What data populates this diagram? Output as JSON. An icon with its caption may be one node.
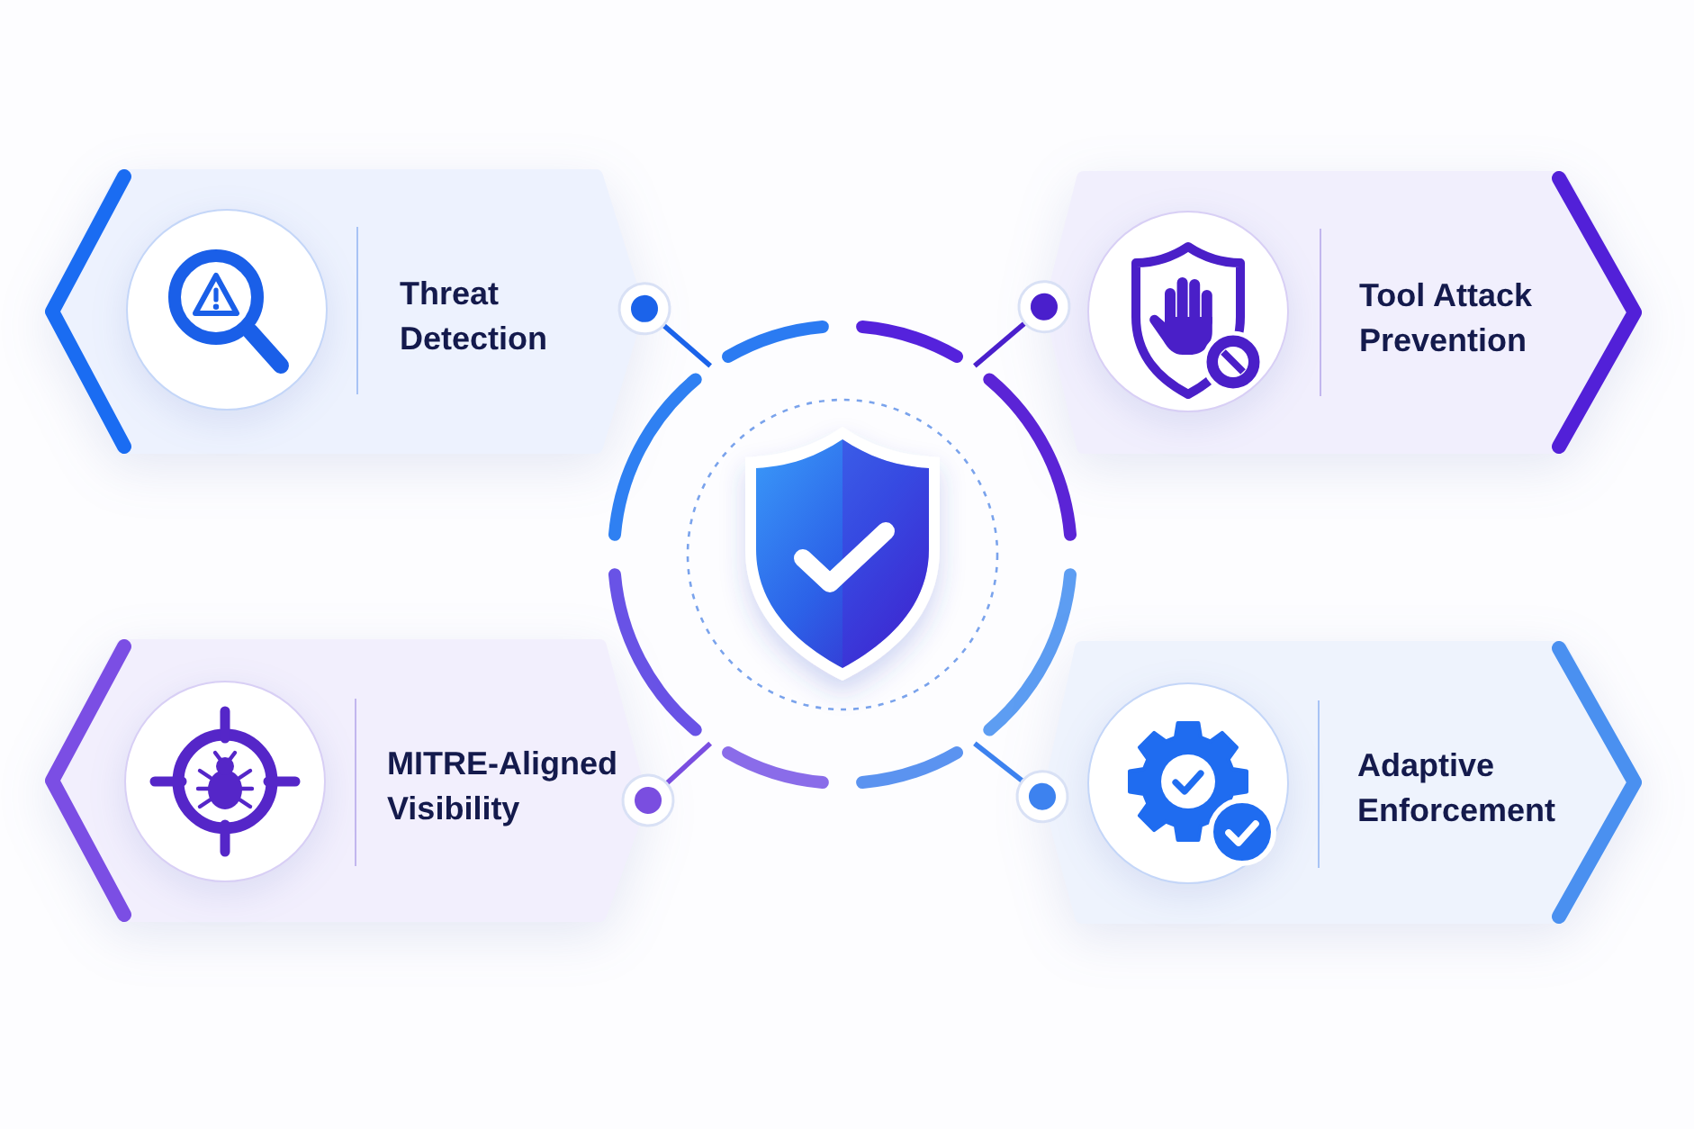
{
  "diagram": {
    "nodes": [
      {
        "text": [
          "Threat Detection"
        ]
      },
      {
        "text": [
          "Tool Attack Prevention"
        ]
      },
      {
        "text": [],
        "shape": "circle"
      },
      {
        "text": [
          "MITRE-Aligned Visibility"
        ]
      },
      {
        "text": [
          "Adaptive Enforcement"
        ]
      }
    ],
    "edges": [
      {
        "from": 2,
        "to": 0,
        "arrow": "other",
        "color": "#1b63ea"
      },
      {
        "from": 2,
        "to": 1,
        "arrow": "other",
        "color": "#4a1fcc"
      },
      {
        "from": 2,
        "to": 3,
        "arrow": "other",
        "color": "#7a4ee0"
      },
      {
        "from": 2,
        "to": 4,
        "arrow": "other",
        "color": "#3d82ef"
      }
    ]
  }
}
